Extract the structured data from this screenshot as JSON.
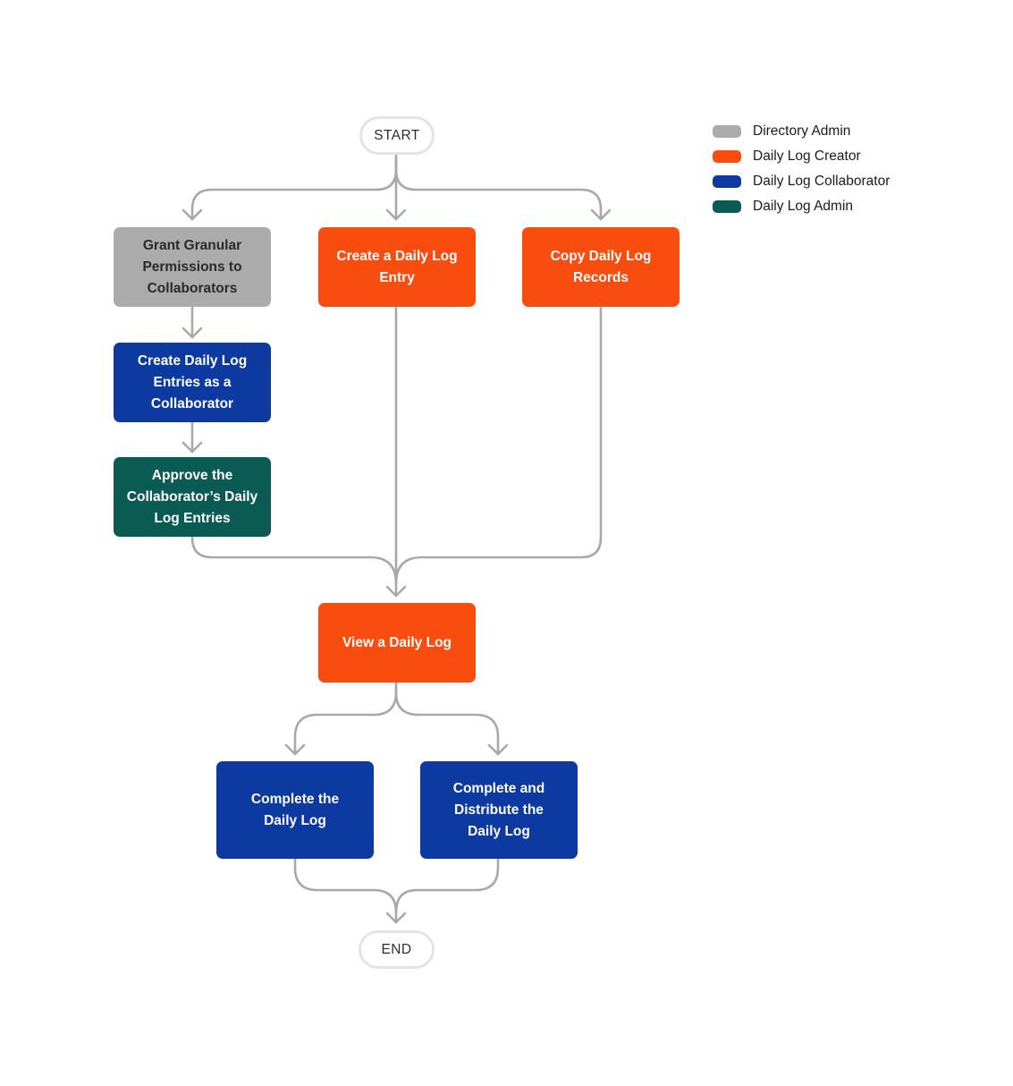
{
  "terminals": {
    "start": "START",
    "end": "END"
  },
  "legend": [
    {
      "label": "Directory Admin",
      "color": "#ABABAB"
    },
    {
      "label": "Daily Log Creator",
      "color": "#F94D10"
    },
    {
      "label": "Daily Log Collaborator",
      "color": "#0D3AA0"
    },
    {
      "label": "Daily Log Admin",
      "color": "#0B5B55"
    }
  ],
  "nodes": {
    "grant_permissions": {
      "lines": [
        "Grant Granular",
        "Permissions to",
        "Collaborators"
      ],
      "color": "#ABABAB"
    },
    "create_entry": {
      "lines": [
        "Create a Daily Log",
        "Entry"
      ],
      "color": "#F94D10"
    },
    "copy_records": {
      "lines": [
        "Copy Daily Log",
        "Records"
      ],
      "color": "#F94D10"
    },
    "create_as_collaborator": {
      "lines": [
        "Create Daily Log",
        "Entries as a",
        "Collaborator"
      ],
      "color": "#0D3AA0"
    },
    "approve_entries": {
      "lines": [
        "Approve the",
        "Collaborator’s Daily",
        "Log Entries"
      ],
      "color": "#0B5B55"
    },
    "view_log": {
      "lines": [
        "View a Daily Log"
      ],
      "color": "#F94D10"
    },
    "complete_log": {
      "lines": [
        "Complete the",
        "Daily Log"
      ],
      "color": "#0D3AA0"
    },
    "complete_distribute": {
      "lines": [
        "Complete and",
        "Distribute the",
        "Daily Log"
      ],
      "color": "#0D3AA0"
    }
  },
  "connector_color": "#A9A9A9"
}
